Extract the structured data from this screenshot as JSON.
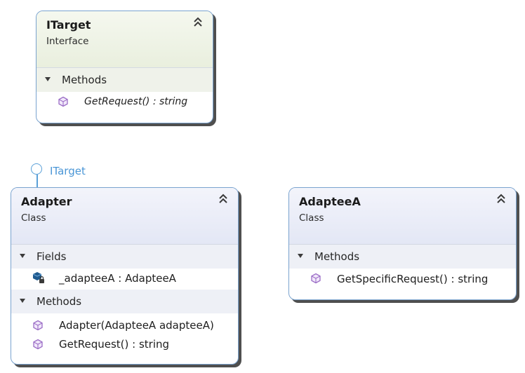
{
  "colors": {
    "border": "#7aa3cf",
    "interface_link": "#4a96d6",
    "method_icon": "#9b6dc6",
    "field_icon": "#1f5b8f"
  },
  "itarget": {
    "title": "ITarget",
    "subtitle": "Interface",
    "sections": [
      {
        "label": "Methods",
        "members": [
          {
            "icon": "method-icon",
            "text": "GetRequest() : string"
          }
        ]
      }
    ]
  },
  "lollipop": {
    "label": "ITarget"
  },
  "adapter": {
    "title": "Adapter",
    "subtitle": "Class",
    "fields_label": "Fields",
    "fields": [
      {
        "icon": "private-field-icon",
        "text": "_adapteeA : AdapteeA"
      }
    ],
    "methods_label": "Methods",
    "methods": [
      {
        "icon": "method-icon",
        "text": "Adapter(AdapteeA adapteeA)"
      },
      {
        "icon": "method-icon",
        "text": "GetRequest() : string"
      }
    ]
  },
  "adapteeA": {
    "title": "AdapteeA",
    "subtitle": "Class",
    "methods_label": "Methods",
    "methods": [
      {
        "icon": "method-icon",
        "text": "GetSpecificRequest() : string"
      }
    ]
  }
}
